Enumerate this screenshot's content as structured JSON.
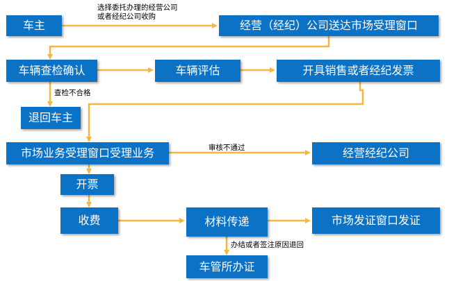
{
  "colors": {
    "box_fill": "#0b72c6",
    "box_text": "#ffffff",
    "connector": "#f4b740",
    "label_text": "#000000"
  },
  "nodes": {
    "owner": "车主",
    "company_window": "经营（经纪）公司送达市场受理窗口",
    "vehicle_check": "车辆查检确认",
    "vehicle_assess": "车辆评估",
    "issue_invoice": "开具销售或者经纪发票",
    "return_owner": "退回车主",
    "market_accept": "市场业务受理窗口受理业务",
    "broker_company": "经营经纪公司",
    "invoice": "开票",
    "fee": "收费",
    "material_transfer": "材料传递",
    "market_cert": "市场发证窗口发证",
    "vms_office": "车管所办证"
  },
  "labels": {
    "delegate_line1": "选择委托办理的经营公司",
    "delegate_line2": "或者经纪公司收购",
    "check_fail": "查检不合格",
    "review_fail": "审核不通过",
    "finish_return": "办结或者签注原因退回"
  }
}
